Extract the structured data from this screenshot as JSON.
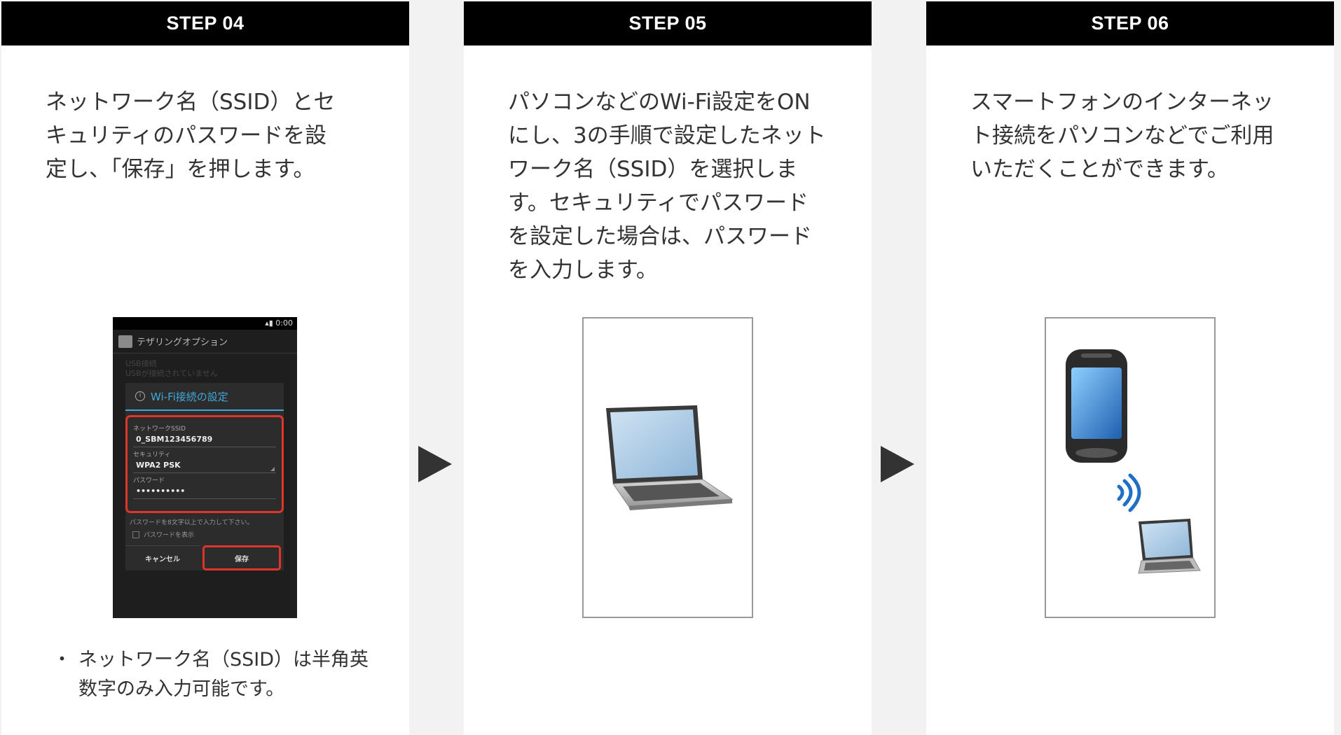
{
  "steps": [
    {
      "label": "STEP 04",
      "text": "ネットワーク名（SSID）とセキュリティのパスワードを設定し、「保存」を押します。",
      "phone_screen": {
        "status_time": "0:00",
        "app_title": "テザリングオプション",
        "bg_row_title": "USB接続",
        "bg_row_sub": "USBが接続されていません",
        "dialog_title": "Wi-Fi接続の設定",
        "ssid_label": "ネットワークSSID",
        "ssid_value": "0_SBM123456789",
        "security_label": "セキュリティ",
        "security_value": "WPA2 PSK",
        "password_label": "パスワード",
        "password_value": "••••••••••",
        "hint": "パスワードを8文字以上で入力して下さい。",
        "show_password": "パスワードを表示",
        "cancel": "キャンセル",
        "save": "保存"
      },
      "note": "ネットワーク名（SSID）は半角英数字のみ入力可能です。",
      "note_bullet": "・"
    },
    {
      "label": "STEP 05",
      "text": "パソコンなどのWi-Fi設定をONにし、3の手順で設定したネットワーク名（SSID）を選択します。セキュリティでパスワードを設定した場合は、パスワードを入力します。",
      "figure_icon": "laptop-icon"
    },
    {
      "label": "STEP 06",
      "text": "スマートフォンのインターネット接続をパソコンなどでご利用いただくことができます。",
      "figure_icons": [
        "smartphone-icon",
        "wifi-signal-icon",
        "laptop-icon"
      ]
    }
  ],
  "colors": {
    "header_bg": "#000000",
    "highlight_red": "#e0352b",
    "arrow": "#333333"
  }
}
